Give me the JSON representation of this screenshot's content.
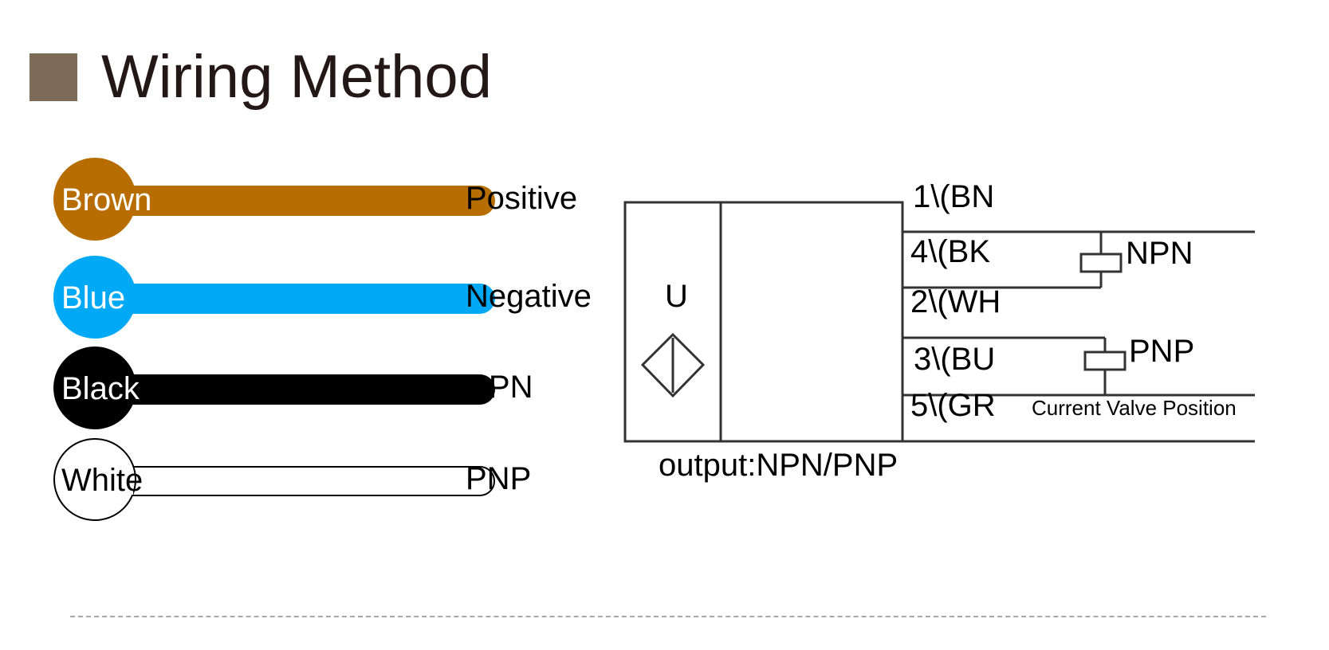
{
  "header": {
    "title": "Wiring Method"
  },
  "colors": {
    "title_square": "#7b6b57",
    "brown": "#b86d00",
    "blue": "#00a9f5",
    "black": "#000000",
    "white": "#ffffff",
    "divider": "#a8a8a8"
  },
  "legend": [
    {
      "wire": "Brown",
      "meaning": "Positive"
    },
    {
      "wire": "Blue",
      "meaning": "Negative"
    },
    {
      "wire": "Black",
      "meaning": "NPN"
    },
    {
      "wire": "White",
      "meaning": "PNP"
    }
  ],
  "diagram": {
    "sensor_label": "U",
    "output_caption": "output:NPN/PNP",
    "terminals": [
      "1\\(BN",
      "4\\(BK",
      "2\\(WH",
      "3\\(BU",
      "5\\(GR"
    ],
    "load_npn": "NPN",
    "load_pnp": "PNP",
    "note": "Current Valve Position"
  }
}
